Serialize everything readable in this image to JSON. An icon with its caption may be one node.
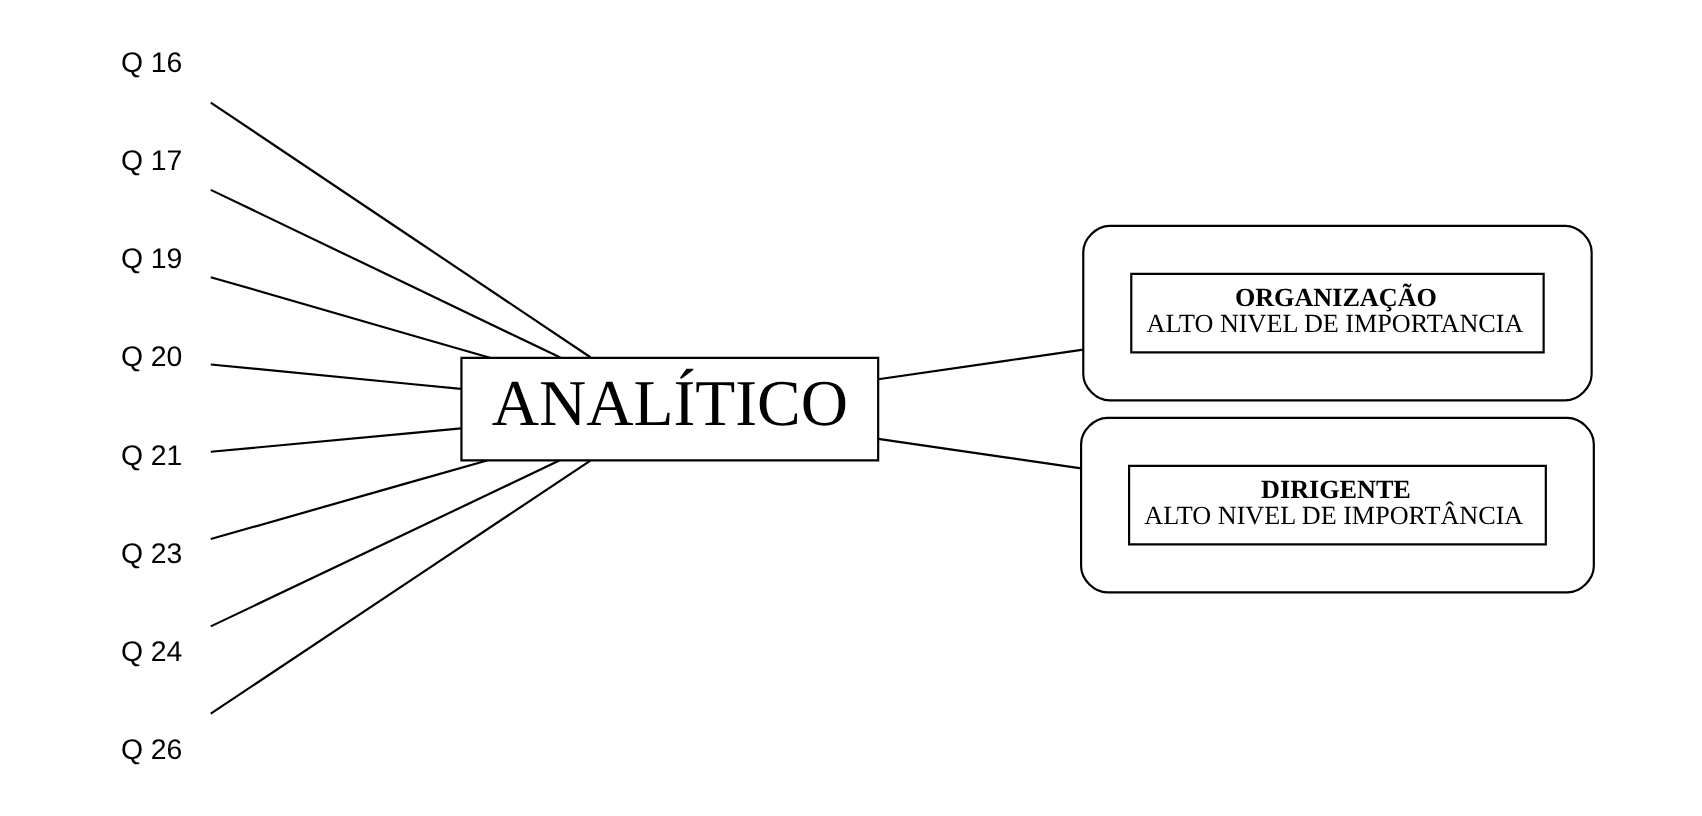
{
  "diagram": {
    "nodes": [
      {
        "text": [
          "Q 16"
        ]
      },
      {
        "text": [
          "Q 17"
        ]
      },
      {
        "text": [
          "Q 19"
        ]
      },
      {
        "text": [
          "Q 20"
        ]
      },
      {
        "text": [
          "Q 21"
        ]
      },
      {
        "text": [
          "Q 23"
        ]
      },
      {
        "text": [
          "Q 24"
        ]
      },
      {
        "text": [
          "Q 26"
        ]
      },
      {
        "text": [
          "ANALÍTICO"
        ]
      },
      {
        "text": [],
        "shape": "ellipse"
      },
      {
        "text": [
          "ORGANIZAÇÃO",
          "ALTO NIVEL DE IMPORTANCIA"
        ],
        "in": 9
      },
      {
        "text": [],
        "shape": "ellipse"
      },
      {
        "text": [
          "DIRIGENTE",
          "ALTO NIVEL DE IMPORTÂNCIA"
        ],
        "in": 11
      }
    ],
    "edges": [
      {
        "from": 0,
        "to": 8,
        "arrow": "none"
      },
      {
        "from": 1,
        "to": 8,
        "arrow": "none"
      },
      {
        "from": 2,
        "to": 8,
        "arrow": "none"
      },
      {
        "from": 3,
        "to": 8,
        "arrow": "none"
      },
      {
        "from": 4,
        "to": 8,
        "arrow": "none"
      },
      {
        "from": 5,
        "to": 8,
        "arrow": "none"
      },
      {
        "from": 6,
        "to": 8,
        "arrow": "none"
      },
      {
        "from": 7,
        "to": 8,
        "arrow": "none"
      },
      {
        "from": 8,
        "to": 9,
        "arrow": "none"
      },
      {
        "from": 8,
        "to": 11,
        "arrow": "none"
      }
    ]
  }
}
